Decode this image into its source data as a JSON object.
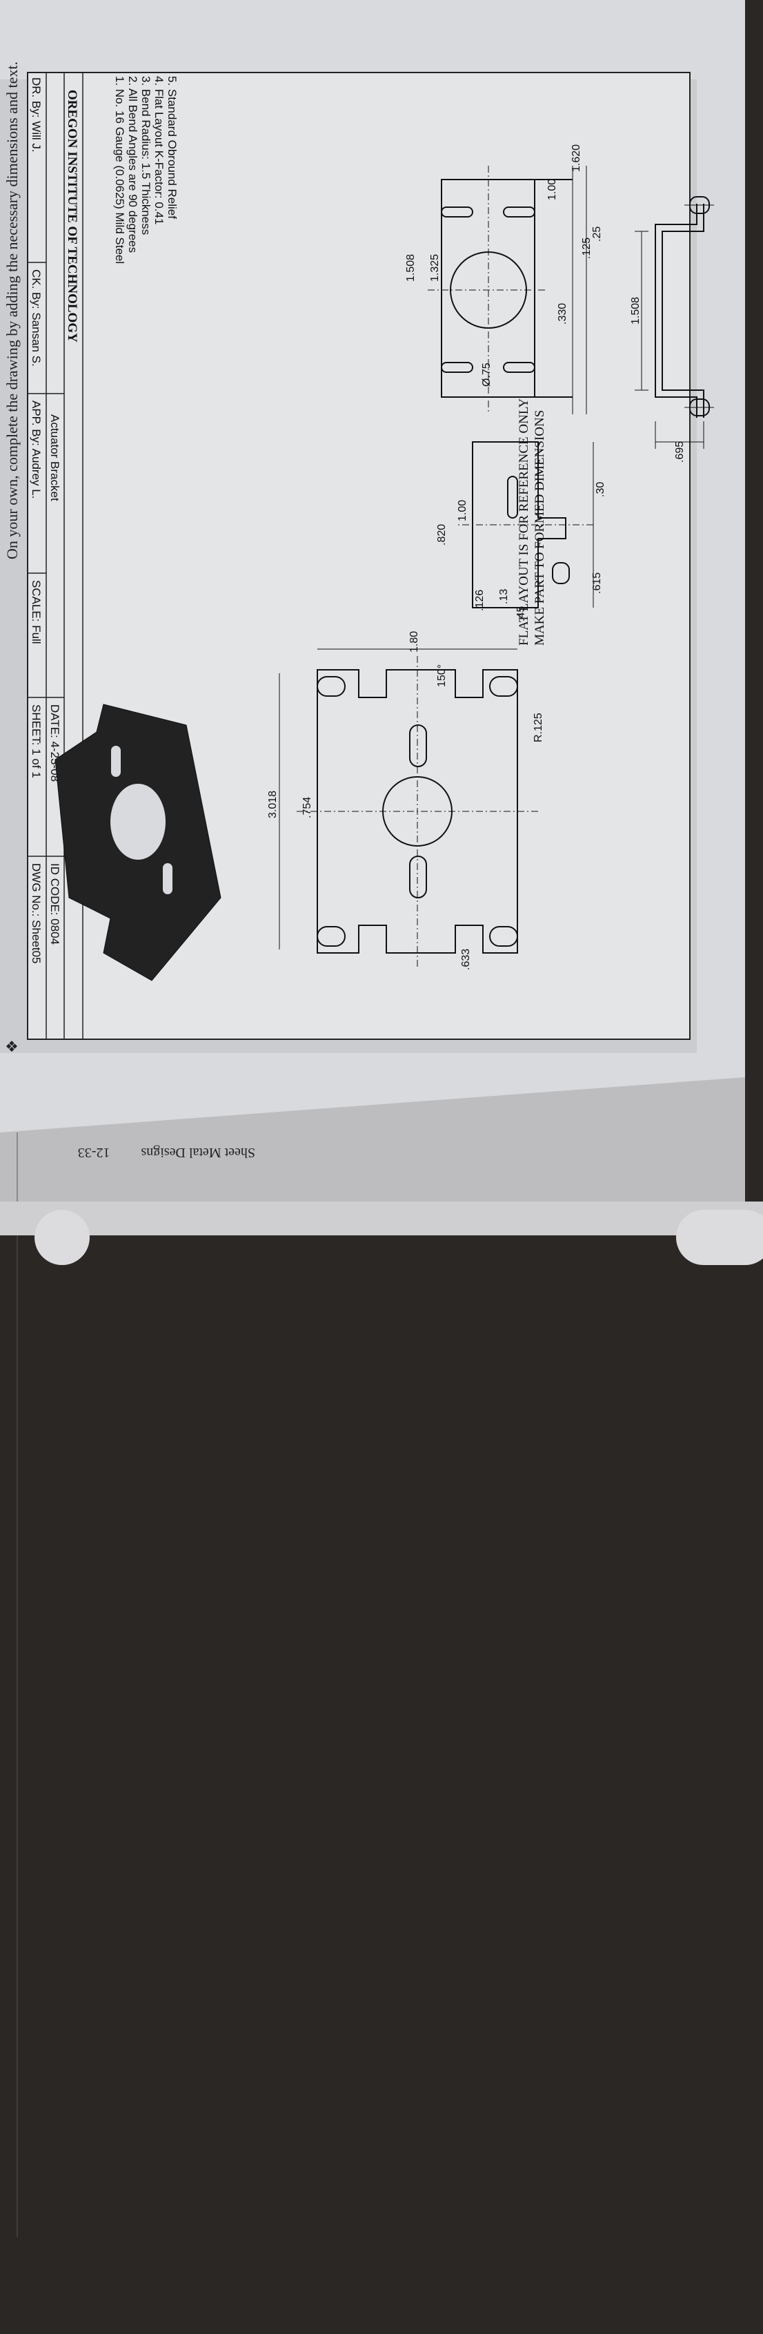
{
  "page_footer": {
    "section_title": "Sheet Metal Designs",
    "page_number": "12-33"
  },
  "instruction": {
    "bullet": "❖",
    "text": "On your own, complete the drawing by adding the necessary dimensions and text."
  },
  "notes": [
    "1. No. 16 Gauge (0.0625) Mild Steel",
    "2. All Bend Angles are 90 degrees",
    "3. Bend Radius: 1.5 Thickness",
    "4. Flat Layout K-Factor: 0.41",
    "5. Standard Obround Relief"
  ],
  "flat_note": {
    "line1": "FLAT LAYOUT IS FOR REFERENCE ONLY",
    "line2": "MAKE PART TO FORMED DIMENSIONS"
  },
  "title_block": {
    "school": "OREGON INSTITUTE OF TECHNOLOGY",
    "part_name": "Actuator Bracket",
    "date": "DATE: 4-23-08",
    "id_code": "ID CODE: 0804",
    "drawn_by": "DR. By: Will J.",
    "checked_by": "CK. By: Sansan S.",
    "approved_by": "APP. By: Audrey L.",
    "scale": "SCALE: Full",
    "sheet": "SHEET: 1 of 1",
    "dwg_no": "DWG No.: Sheet05"
  },
  "dimensions": {
    "top_width": "1.508",
    "top_height": ".695",
    "front_1620": "1.620",
    "front_100": "1.00",
    "front_125": ".125",
    "front_25": ".25",
    "front_330": ".330",
    "front_1325": "1.325",
    "front_1508": "1.508",
    "front_dia": "Ø.75",
    "side_30": ".30",
    "side_615": ".615",
    "side_100": "1.00",
    "side_820": ".820",
    "side_13": ".13",
    "side_45": ".45",
    "side_126": ".126",
    "flat_180": "1.80",
    "flat_150": "150°",
    "flat_r125": "R.125",
    "flat_754": ".754",
    "flat_3018": "3.018",
    "flat_633": ".633"
  }
}
